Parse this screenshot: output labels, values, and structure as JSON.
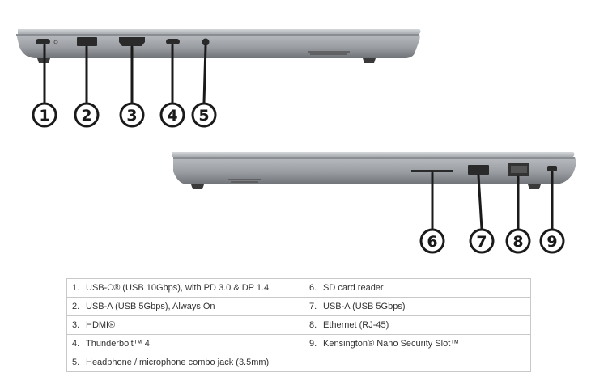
{
  "callouts_left": [
    "1",
    "2",
    "3",
    "4",
    "5"
  ],
  "callouts_right": [
    "6",
    "7",
    "8",
    "9"
  ],
  "ports_table": {
    "rows": [
      [
        {
          "num": "1.",
          "text": "USB-C® (USB 10Gbps), with PD 3.0 & DP 1.4"
        },
        {
          "num": "6.",
          "text": "SD card reader"
        }
      ],
      [
        {
          "num": "2.",
          "text": "USB-A (USB 5Gbps), Always On"
        },
        {
          "num": "7.",
          "text": "USB-A (USB 5Gbps)"
        }
      ],
      [
        {
          "num": "3.",
          "text": "HDMI®"
        },
        {
          "num": "8.",
          "text": "Ethernet (RJ-45)"
        }
      ],
      [
        {
          "num": "4.",
          "text": "Thunderbolt™ 4"
        },
        {
          "num": "9.",
          "text": "Kensington® Nano Security Slot™"
        }
      ],
      [
        {
          "num": "5.",
          "text": "Headphone / microphone combo jack (3.5mm)"
        },
        {
          "num": "",
          "text": ""
        }
      ]
    ]
  }
}
